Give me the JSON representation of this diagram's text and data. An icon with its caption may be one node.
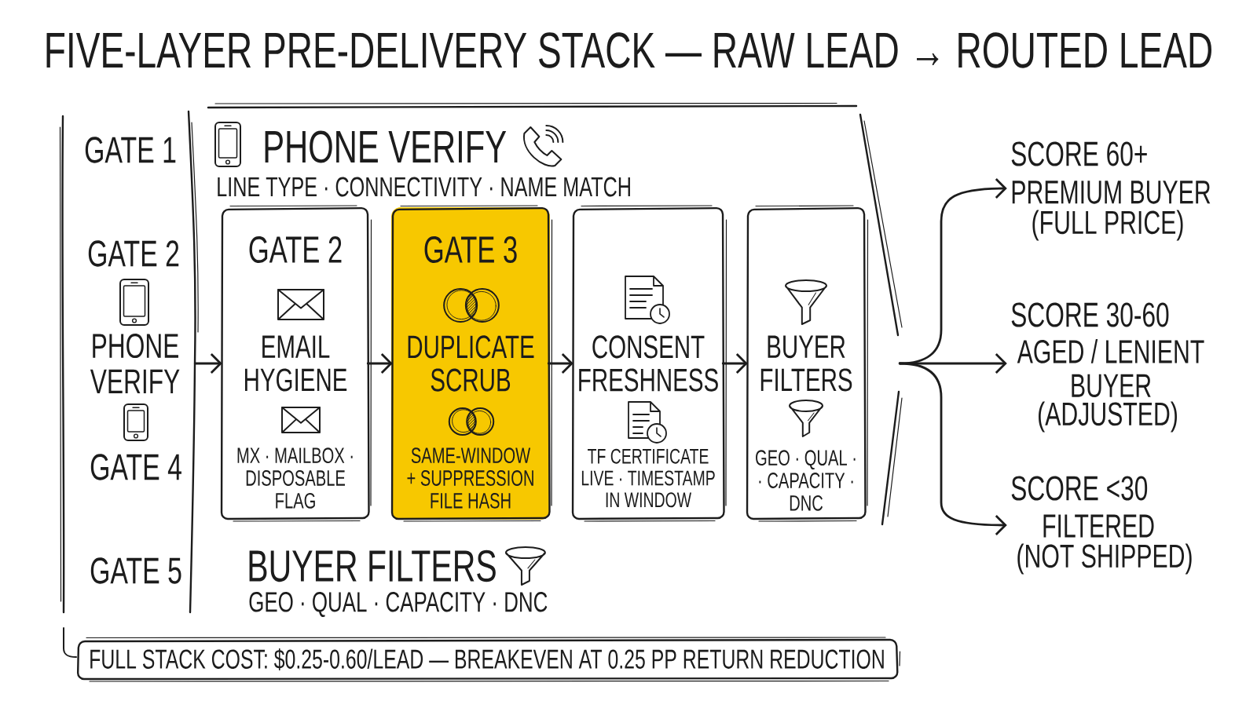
{
  "diagram": {
    "title": "FIVE-LAYER PRE-DELIVERY STACK — RAW LEAD → ROUTED LEAD",
    "nodes": [
      {
        "text": [
          "GATE 1",
          "GATE 2",
          "PHONE VERIFY",
          "GATE 4",
          "GATE 5"
        ]
      },
      {
        "text": [
          "PHONE VERIFY",
          "LINE TYPE · CONNECTIVITY · NAME MATCH",
          "BUYER FILTERS",
          "GEO · QUAL · CAPACITY · DNC"
        ]
      },
      {
        "text": [
          "GATE 2",
          "EMAIL HYGIENE",
          "MX · MAILBOX · DISPOSABLE FLAG"
        ],
        "in": 1
      },
      {
        "text": [
          "GATE 3",
          "DUPLICATE SCRUB",
          "SAME-WINDOW + SUPPRESSION FILE HASH"
        ],
        "in": 1
      },
      {
        "text": [
          "CONSENT FRESHNESS",
          "TF CERTIFICATE LIVE · TIMESTAMP IN WINDOW"
        ],
        "in": 1
      },
      {
        "text": [
          "BUYER FILTERS",
          "GEO · QUAL · · CAPACITY · DNC"
        ],
        "in": 1
      },
      {
        "text": [
          "SCORE 60+",
          "PREMIUM BUYER",
          "(FULL PRICE)"
        ]
      },
      {
        "text": [
          "SCORE 30-60",
          "AGED / LENIENT BUYER",
          "(ADJUSTED)"
        ]
      },
      {
        "text": [
          "SCORE <30",
          "FILTERED",
          "(NOT SHIPPED)"
        ]
      },
      {
        "text": [
          "FULL STACK COST: $0.25-0.60/LEAD — BREAKEVEN AT 0.25 PP RETURN REDUCTION"
        ]
      }
    ],
    "edges": [
      {
        "from": 0,
        "to": 2,
        "arrow": "to"
      },
      {
        "from": 2,
        "to": 3,
        "arrow": "to"
      },
      {
        "from": 3,
        "to": 4,
        "arrow": "to"
      },
      {
        "from": 4,
        "to": 5,
        "arrow": "to"
      },
      {
        "from": 1,
        "to": 6,
        "arrow": "to"
      },
      {
        "from": 1,
        "to": 7,
        "arrow": "to"
      },
      {
        "from": 1,
        "to": 8,
        "arrow": "to"
      }
    ]
  }
}
